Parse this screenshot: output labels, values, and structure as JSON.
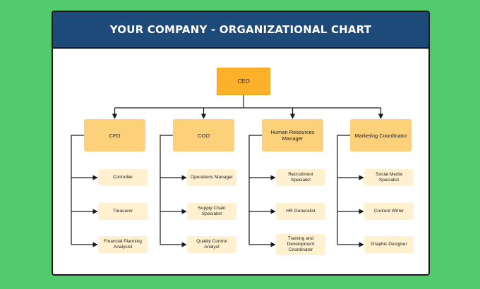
{
  "header": {
    "title": "YOUR COMPANY - ORGANIZATIONAL CHART"
  },
  "org": {
    "ceo": "CEO",
    "departments": [
      {
        "head": "CFO",
        "reports": [
          "Controller",
          "Treasurer",
          "Financial Planning Analysist"
        ]
      },
      {
        "head": "COO",
        "reports": [
          "Operations Manager",
          "Supply Chain Specialist",
          "Quality Control Analyst"
        ]
      },
      {
        "head": "Human Resources Manager",
        "reports": [
          "Recruitment Specialist",
          "HR Generalist",
          "Training and Development Coordinator"
        ]
      },
      {
        "head": "Marketing Coordinator",
        "reports": [
          "Social Media Specialist",
          "Content Writer",
          "Graphic Designer"
        ]
      }
    ]
  },
  "colors": {
    "background": "#52cb6f",
    "header": "#1d4a78",
    "ceo_box": "#fdb12a",
    "manager_box": "#fdd07a",
    "report_box": "#fff1cf",
    "connector": "#1a1a1a"
  }
}
